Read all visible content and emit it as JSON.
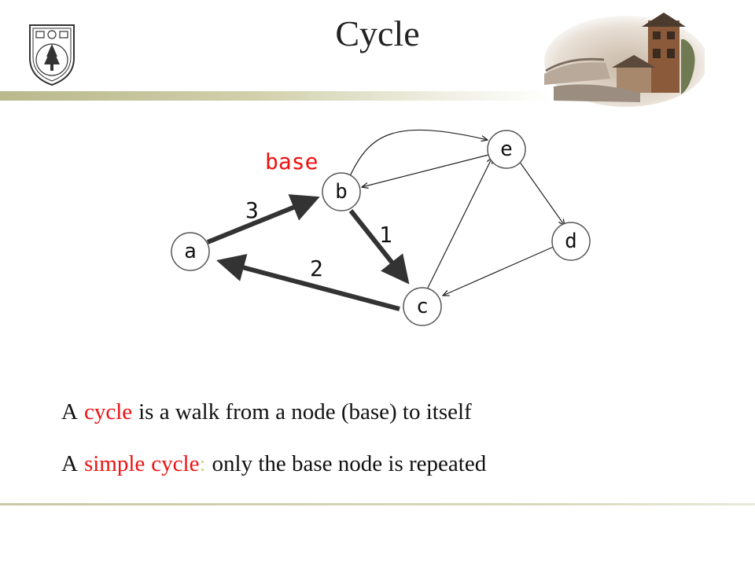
{
  "slide": {
    "title": "Cycle",
    "logo_icon": "university-seal-icon",
    "photo_icon": "campus-gate-tower-photo",
    "colors": {
      "accent_red": "#ee1111",
      "accent_tan": "#d8d28a",
      "bar": "#c8c8a4"
    }
  },
  "diagram": {
    "base_label": "base",
    "nodes": [
      {
        "id": "a",
        "label": "a"
      },
      {
        "id": "b",
        "label": "b"
      },
      {
        "id": "c",
        "label": "c"
      },
      {
        "id": "d",
        "label": "d"
      },
      {
        "id": "e",
        "label": "e"
      }
    ],
    "edges": [
      {
        "from": "a",
        "to": "b",
        "weight": "3",
        "bold": true
      },
      {
        "from": "b",
        "to": "c",
        "weight": "1",
        "bold": true
      },
      {
        "from": "c",
        "to": "a",
        "weight": "2",
        "bold": true
      },
      {
        "from": "b",
        "to": "e",
        "weight": "",
        "bold": false
      },
      {
        "from": "e",
        "to": "b",
        "weight": "",
        "bold": false
      },
      {
        "from": "e",
        "to": "d",
        "weight": "",
        "bold": false
      },
      {
        "from": "d",
        "to": "c",
        "weight": "",
        "bold": false
      },
      {
        "from": "c",
        "to": "e",
        "weight": "",
        "bold": false
      }
    ]
  },
  "text": {
    "line1": {
      "a": "A",
      "cycle": "cycle",
      "rest": "is a walk from a node (base) to itself"
    },
    "line2": {
      "a": "A",
      "simple": "simple",
      "cycle": "cycle",
      "colon": ":",
      "rest": "only the base node is repeated"
    }
  }
}
